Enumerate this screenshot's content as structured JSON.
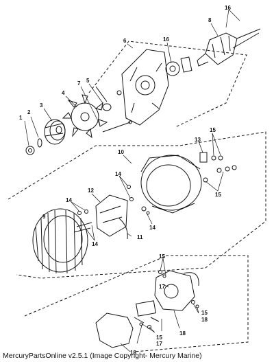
{
  "caption": "MercuryPartsOnline v2.5.1 (Image Copyright- Mercury Marine)",
  "callouts": {
    "c1": "1",
    "c2": "2",
    "c3": "3",
    "c4": "4",
    "c5": "5",
    "c6": "6",
    "c7": "7",
    "c8": "8",
    "c9": "9",
    "c10": "10",
    "c11": "11",
    "c12": "12",
    "c13": "13",
    "c14a": "14",
    "c14b": "14",
    "c14c": "14",
    "c14d": "14",
    "c15a": "15",
    "c15b": "15",
    "c15c": "15",
    "c15d": "15",
    "c15e": "15",
    "c16a": "16",
    "c16b": "16",
    "c17a": "17",
    "c17b": "17",
    "c18a": "18",
    "c18b": "18",
    "c18c": "18"
  },
  "colors": {
    "ink": "#111111",
    "paper": "#ffffff"
  }
}
